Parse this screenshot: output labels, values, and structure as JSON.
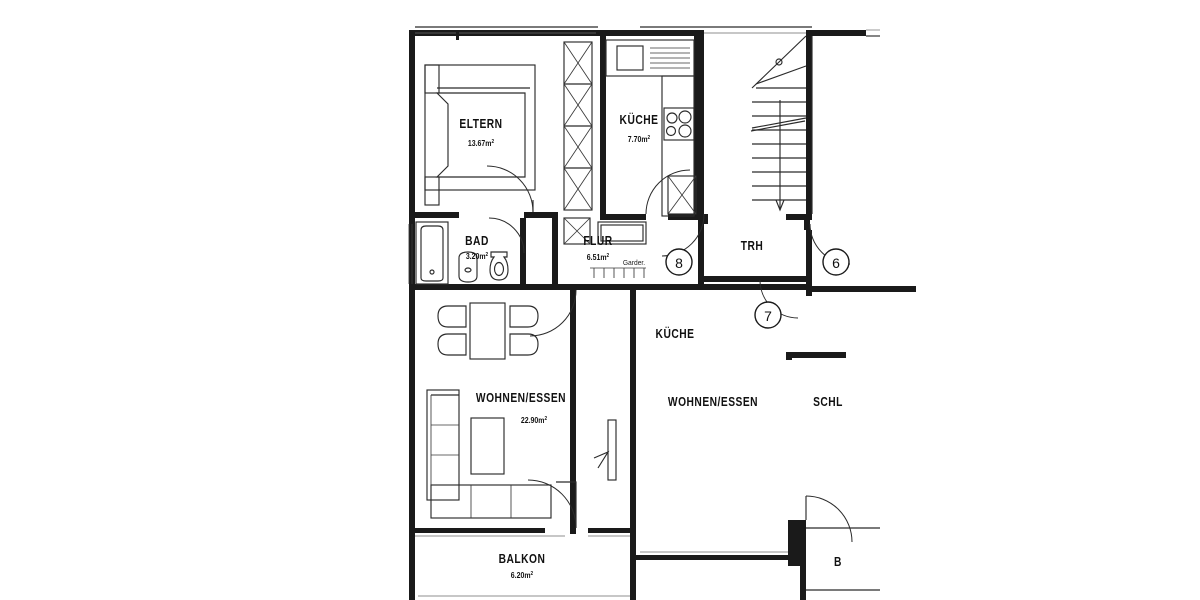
{
  "document": {
    "kind": "architectural-floor-plan",
    "background_color": "#ffffff",
    "ink_color": "#1a1a1a"
  },
  "rooms": [
    {
      "id": "eltern",
      "name": "ELTERN",
      "area": "13.67",
      "unit": "m",
      "exp": "2"
    },
    {
      "id": "kueche",
      "name": "KÜCHE",
      "area": "7.70",
      "unit": "m",
      "exp": "2"
    },
    {
      "id": "bad",
      "name": "BAD",
      "area": "3.20",
      "unit": "m",
      "exp": "2"
    },
    {
      "id": "flur",
      "name": "FLUR",
      "area": "6.51",
      "unit": "m",
      "exp": "2"
    },
    {
      "id": "wohnen",
      "name": "WOHNEN/ESSEN",
      "area": "22.90",
      "unit": "m",
      "exp": "2"
    },
    {
      "id": "balkon",
      "name": "BALKON",
      "area": "6.20",
      "unit": "m",
      "exp": "2"
    }
  ],
  "unlabeled_rooms": [
    {
      "id": "trh",
      "name": "TRH"
    },
    {
      "id": "kueche-right",
      "name": "KÜCHE"
    },
    {
      "id": "wohnen-right",
      "name": "WOHNEN/ESSEN"
    },
    {
      "id": "schlaf-right",
      "name": "SCHL"
    },
    {
      "id": "balkon-right",
      "name": "B"
    }
  ],
  "annotations": {
    "wardrobe_label": "Garder."
  },
  "door_markers": [
    {
      "id": "door-8",
      "number": "8"
    },
    {
      "id": "door-6",
      "number": "6"
    },
    {
      "id": "door-7",
      "number": "7"
    }
  ]
}
